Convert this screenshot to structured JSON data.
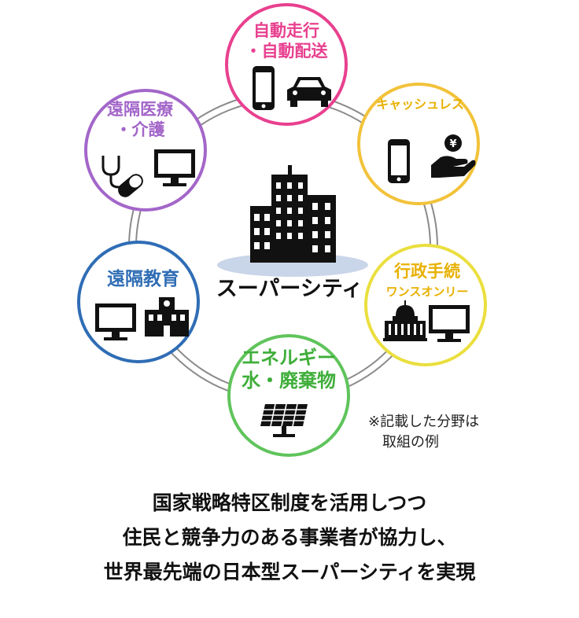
{
  "center": {
    "label": "スーパーシティ"
  },
  "nodes": [
    {
      "id": "autonomous",
      "line1": "自動走行",
      "line2": "・自動配送",
      "color": "#e8408f",
      "icons": [
        "smartphone-icon",
        "car-icon"
      ]
    },
    {
      "id": "cashless",
      "line1": "キャッシュレス",
      "line2": "",
      "color": "#f2c23a",
      "icons": [
        "smartphone-icon",
        "yen-coin-hand-icon"
      ]
    },
    {
      "id": "admin",
      "line1": "行政手続",
      "line2": "ワンスオンリー",
      "color": "#eadf3e",
      "icons": [
        "government-building-icon",
        "monitor-icon"
      ]
    },
    {
      "id": "energy",
      "line1": "エネルギー",
      "line2": "水・廃棄物",
      "color": "#5fc45b",
      "icons": [
        "solar-panel-icon"
      ]
    },
    {
      "id": "education",
      "line1": "遠隔教育",
      "line2": "",
      "color": "#2f6db5",
      "icons": [
        "monitor-icon",
        "school-building-icon"
      ]
    },
    {
      "id": "medical",
      "line1": "遠隔医療",
      "line2": "・介護",
      "color": "#a366c9",
      "icons": [
        "stethoscope-icon",
        "pill-icon",
        "monitor-icon"
      ]
    }
  ],
  "note": {
    "line1": "※記載した分野は",
    "line2": "取組の例"
  },
  "caption": {
    "line1": "国家戦略特区制度を活用しつつ",
    "line2": "住民と競争力のある事業者が協力し、",
    "line3": "世界最先端の日本型スーパーシティを実現"
  }
}
